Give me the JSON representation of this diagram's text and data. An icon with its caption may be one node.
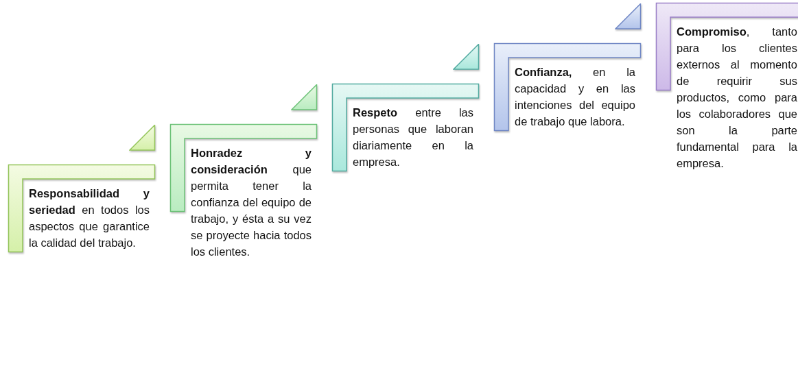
{
  "diagram": {
    "nodes": [
      {
        "text": [
          "**Responsabilidad y seriedad** en todos los aspectos que garantice la calidad del trabajo."
        ]
      },
      {
        "text": [
          "**Honradez y consideración** que permita tener la confianza del equipo de trabajo, y ésta a su vez se proyecte hacia todos los clientes."
        ]
      },
      {
        "text": [
          "**Respeto** entre las personas que laboran diariamente en la empresa."
        ]
      },
      {
        "text": [
          "**Confianza,** en la capacidad y en las intenciones del equipo de trabajo que labora."
        ]
      },
      {
        "text": [
          "**Compromiso**, tanto para los clientes externos al momento de requirir sus productos, como para los colaboradores que son la parte fundamental para la empresa."
        ]
      }
    ]
  }
}
